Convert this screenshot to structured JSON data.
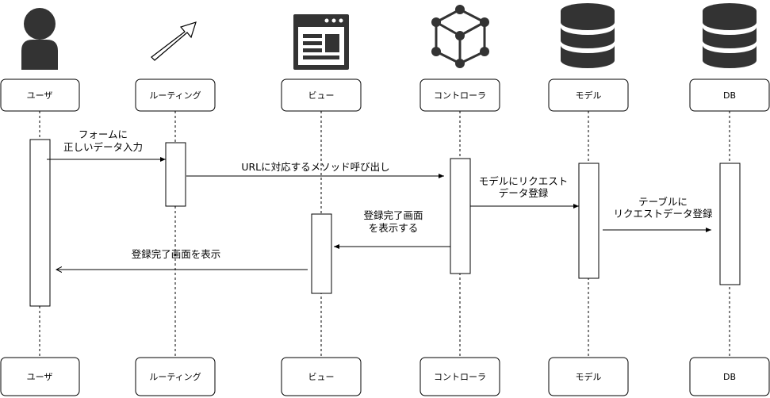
{
  "participants": [
    {
      "id": "user",
      "label": "ユーザ",
      "icon": "user-icon"
    },
    {
      "id": "routing",
      "label": "ルーティング",
      "icon": "arrow-icon"
    },
    {
      "id": "view",
      "label": "ビュー",
      "icon": "browser-window-icon"
    },
    {
      "id": "controller",
      "label": "コントローラ",
      "icon": "network-cube-icon"
    },
    {
      "id": "model",
      "label": "モデル",
      "icon": "database-icon"
    },
    {
      "id": "db",
      "label": "DB",
      "icon": "database-icon"
    }
  ],
  "messages": [
    {
      "from": "user",
      "to": "routing",
      "lines": [
        "フォームに",
        "正しいデータ入力"
      ]
    },
    {
      "from": "routing",
      "to": "controller",
      "lines": [
        "URLに対応するメソッド呼び出し"
      ]
    },
    {
      "from": "controller",
      "to": "model",
      "lines": [
        "モデルにリクエスト",
        "データ登録"
      ]
    },
    {
      "from": "model",
      "to": "db",
      "lines": [
        "テーブルに",
        "リクエストデータ登録"
      ]
    },
    {
      "from": "controller",
      "to": "view",
      "lines": [
        "登録完了画面",
        "を表示する"
      ]
    },
    {
      "from": "view",
      "to": "user",
      "lines": [
        "登録完了画面を表示"
      ]
    }
  ]
}
